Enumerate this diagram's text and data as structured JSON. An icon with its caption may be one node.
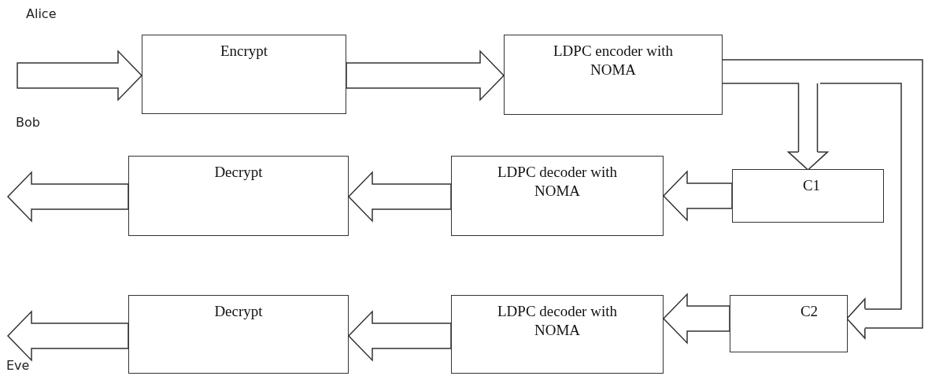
{
  "diagram": {
    "nodes": [
      {
        "text": [
          "Encrypt"
        ]
      },
      {
        "text": [
          "LDPC encoder with NOMA"
        ]
      },
      {
        "text": [
          "Decrypt"
        ]
      },
      {
        "text": [
          "LDPC decoder with NOMA"
        ]
      },
      {
        "text": [
          "C1"
        ]
      },
      {
        "text": [
          "Decrypt"
        ]
      },
      {
        "text": [
          "LDPC decoder with NOMA"
        ]
      },
      {
        "text": [
          "C2"
        ]
      }
    ],
    "edges": [
      {
        "from": null,
        "to": 0,
        "arrow": "to"
      },
      {
        "from": 0,
        "to": 1,
        "arrow": "to"
      },
      {
        "from": 1,
        "to": 4,
        "arrow": "to"
      },
      {
        "from": 1,
        "to": 7,
        "arrow": "to"
      },
      {
        "from": 4,
        "to": 3,
        "arrow": "to"
      },
      {
        "from": 3,
        "to": 2,
        "arrow": "to"
      },
      {
        "from": 2,
        "to": null,
        "arrow": "to"
      },
      {
        "from": 7,
        "to": 6,
        "arrow": "to"
      },
      {
        "from": 6,
        "to": 5,
        "arrow": "to"
      },
      {
        "from": 5,
        "to": null,
        "arrow": "to"
      }
    ],
    "labels": [
      "Alice",
      "Bob",
      "Eve"
    ]
  }
}
